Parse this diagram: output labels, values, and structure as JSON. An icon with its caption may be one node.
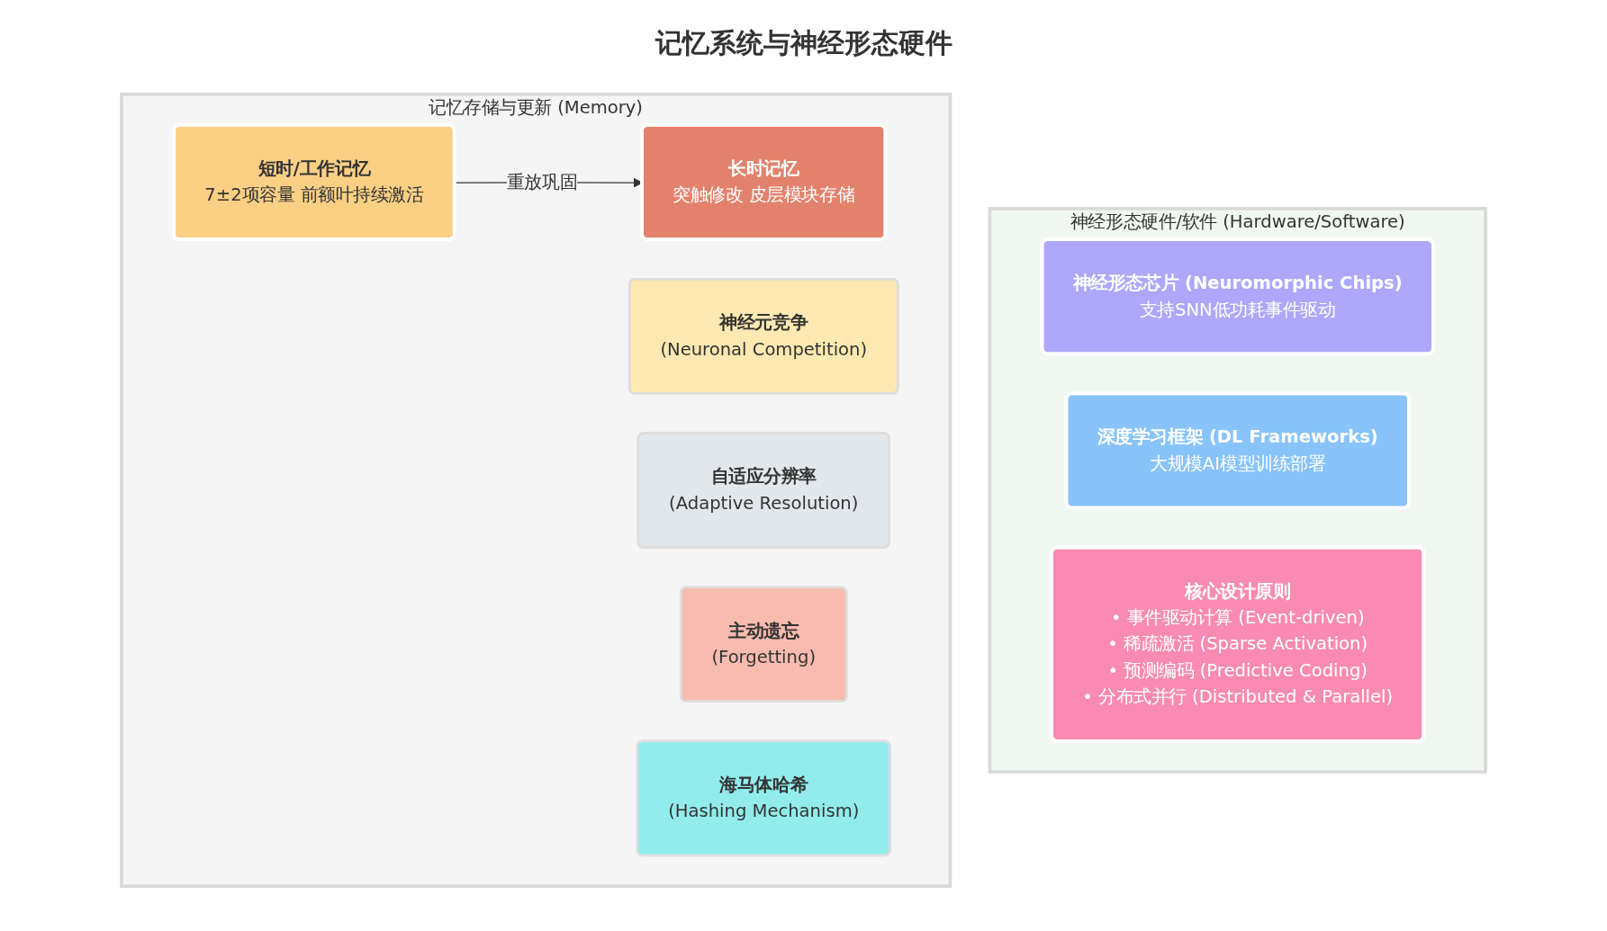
{
  "diagram": {
    "title": "记忆系统与神经形态硬件",
    "nodes": [
      {
        "text": [
          "记忆存储与更新 (Memory)"
        ]
      },
      {
        "text": [
          "短时/工作记忆",
          "7±2项容量 前额叶持续激活"
        ],
        "in": 0
      },
      {
        "text": [
          "长时记忆",
          "突触修改 皮层模块存储"
        ],
        "in": 0
      },
      {
        "text": [
          "神经元竞争",
          "(Neuronal Competition)"
        ],
        "in": 0
      },
      {
        "text": [
          "自适应分辨率",
          "(Adaptive Resolution)"
        ],
        "in": 0
      },
      {
        "text": [
          "主动遗忘",
          "(Forgetting)"
        ],
        "in": 0
      },
      {
        "text": [
          "海马体哈希",
          "(Hashing Mechanism)"
        ],
        "in": 0
      },
      {
        "text": [
          "神经形态硬件/软件 (Hardware/Software)"
        ]
      },
      {
        "text": [
          "神经形态芯片 (Neuromorphic Chips)",
          "支持SNN低功耗事件驱动"
        ],
        "in": 7
      },
      {
        "text": [
          "深度学习框架 (DL Frameworks)",
          "大规模AI模型训练部署"
        ],
        "in": 7
      },
      {
        "text": [
          "核心设计原则",
          "• 事件驱动计算 (Event-driven)",
          "• 稀疏激活 (Sparse Activation)",
          "• 预测编码 (Predictive Coding)",
          "• 分布式并行 (Distributed & Parallel)"
        ],
        "in": 7
      }
    ],
    "edges": [
      {
        "from": 1,
        "to": 2,
        "arrow": "to",
        "label": "重放巩固"
      }
    ]
  }
}
